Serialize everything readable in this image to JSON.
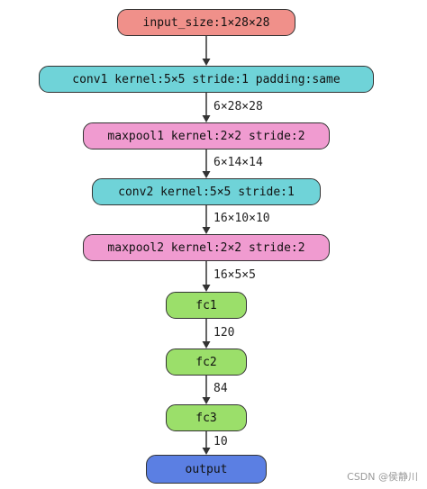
{
  "colors": {
    "input": "#f0908a",
    "conv": "#6fd3d8",
    "pool": "#f09bd0",
    "fc": "#9bdf6a",
    "output": "#5b7fe3",
    "border": "#333333",
    "arrow": "#333333"
  },
  "nodes": [
    {
      "label": "input_size:1×28×28",
      "kind": "input"
    },
    {
      "label": "conv1 kernel:5×5 stride:1 padding:same",
      "kind": "conv"
    },
    {
      "label": "maxpool1 kernel:2×2 stride:2",
      "kind": "pool"
    },
    {
      "label": "conv2 kernel:5×5 stride:1",
      "kind": "conv"
    },
    {
      "label": "maxpool2 kernel:2×2 stride:2",
      "kind": "pool"
    },
    {
      "label": "fc1",
      "kind": "fc"
    },
    {
      "label": "fc2",
      "kind": "fc"
    },
    {
      "label": "fc3",
      "kind": "fc"
    },
    {
      "label": "output",
      "kind": "output"
    }
  ],
  "edges": [
    {
      "label": ""
    },
    {
      "label": "6×28×28"
    },
    {
      "label": "6×14×14"
    },
    {
      "label": "16×10×10"
    },
    {
      "label": "16×5×5"
    },
    {
      "label": "120"
    },
    {
      "label": "84"
    },
    {
      "label": "10"
    }
  ],
  "watermark": "CSDN @侯静川"
}
